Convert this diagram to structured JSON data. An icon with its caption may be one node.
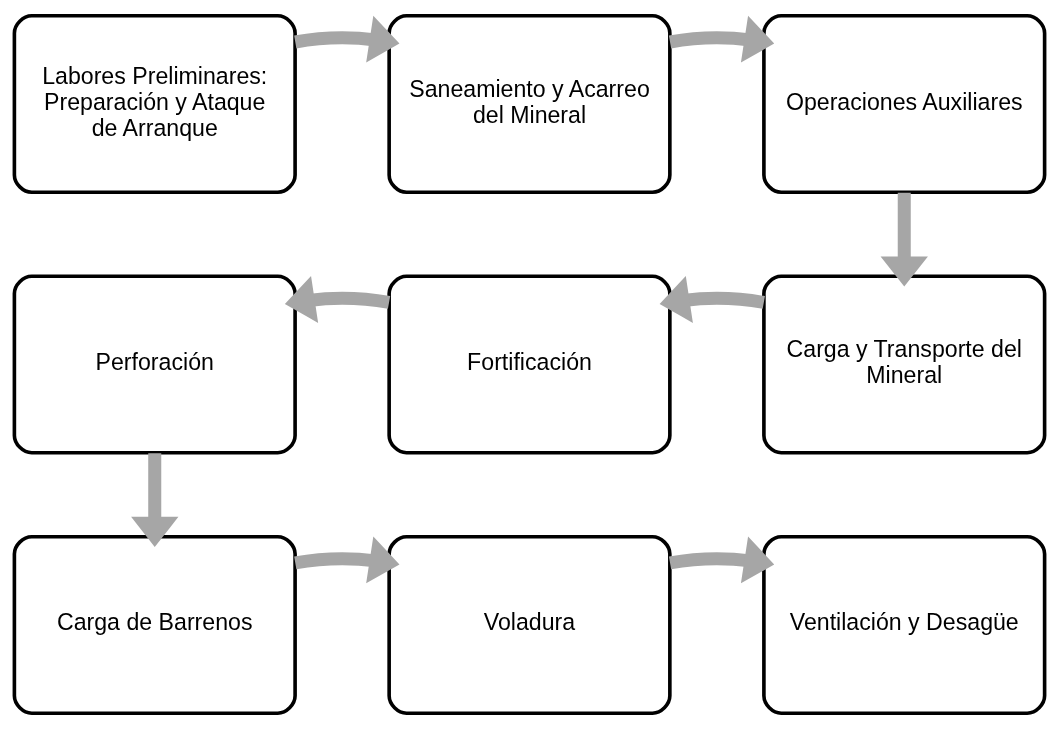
{
  "diagram": {
    "nodes": [
      {
        "text": [
          "Labores Preliminares: Preparación y Ataque de Arranque"
        ]
      },
      {
        "text": [
          "Saneamiento y Acarreo del Mineral"
        ]
      },
      {
        "text": [
          "Operaciones Auxiliares"
        ]
      },
      {
        "text": [
          "Perforación"
        ]
      },
      {
        "text": [
          "Fortificación"
        ]
      },
      {
        "text": [
          "Carga y Transporte del Mineral"
        ]
      },
      {
        "text": [
          "Carga de Barrenos"
        ]
      },
      {
        "text": [
          "Voladura"
        ]
      },
      {
        "text": [
          "Ventilación y Desagüe"
        ]
      }
    ],
    "edges": [
      {
        "from": 0,
        "to": 1,
        "arrow": "to"
      },
      {
        "from": 1,
        "to": 2,
        "arrow": "to"
      },
      {
        "from": 2,
        "to": 5,
        "arrow": "to"
      },
      {
        "from": 5,
        "to": 4,
        "arrow": "to"
      },
      {
        "from": 4,
        "to": 3,
        "arrow": "to"
      },
      {
        "from": 3,
        "to": 6,
        "arrow": "to"
      },
      {
        "from": 6,
        "to": 7,
        "arrow": "to"
      },
      {
        "from": 7,
        "to": 8,
        "arrow": "to"
      }
    ]
  }
}
